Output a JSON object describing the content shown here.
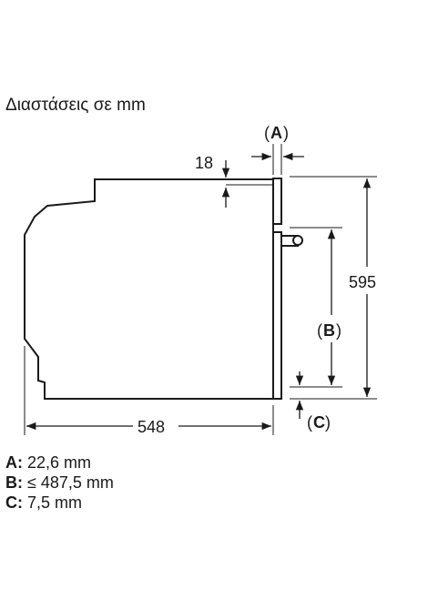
{
  "title": "Διαστάσεις σε mm",
  "dimensions": {
    "a_label": "A",
    "a_paren_open": "(",
    "a_paren_close": ")",
    "gap_value": "18",
    "height_value": "595",
    "b_label": "B",
    "b_paren_open": "(",
    "b_paren_close": ")",
    "c_label": "C",
    "c_paren_open": "(",
    "c_paren_close": ")",
    "depth_value": "548"
  },
  "legend": [
    {
      "key": "A:",
      "value": " 22,6 mm"
    },
    {
      "key": "B:",
      "value": " ≤ 487,5 mm"
    },
    {
      "key": "C:",
      "value": " 7,5 mm"
    }
  ]
}
